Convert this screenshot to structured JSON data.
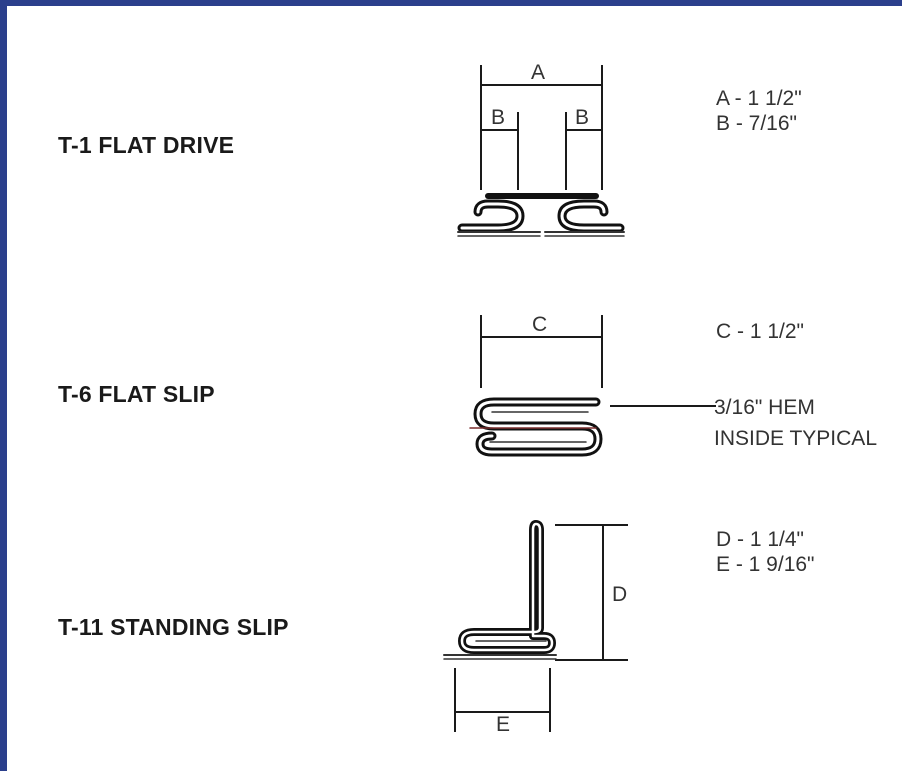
{
  "colors": {
    "frame": "#2b3f8c",
    "ink": "#1a1a1a",
    "spec_text": "#333333"
  },
  "fittings": [
    {
      "title": "T-1 FLAT DRIVE",
      "dimension_letters": [
        "A",
        "B",
        "B"
      ],
      "specs": [
        "A - 1 1/2\"",
        "B - 7/16\""
      ]
    },
    {
      "title": "T-6 FLAT SLIP",
      "dimension_letters": [
        "C"
      ],
      "specs": [
        "C - 1 1/2\""
      ],
      "callout": [
        "3/16\" HEM",
        "INSIDE TYPICAL"
      ]
    },
    {
      "title": "T-11 STANDING SLIP",
      "dimension_letters": [
        "D",
        "E"
      ],
      "specs": [
        "D - 1 1/4\"",
        "E - 1 9/16\""
      ]
    }
  ]
}
